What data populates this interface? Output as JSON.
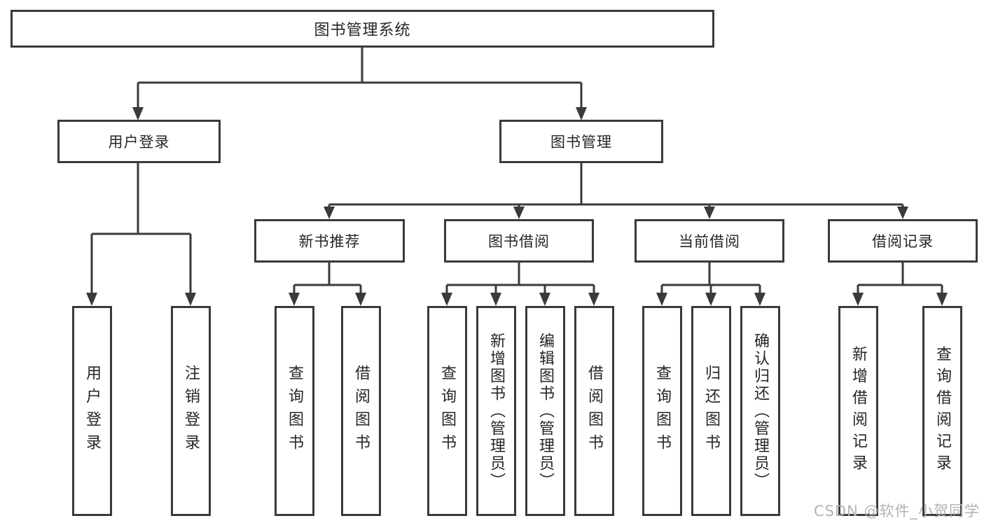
{
  "diagram": {
    "root": {
      "label": "图书管理系统"
    },
    "branches": [
      {
        "label": "用户登录",
        "children": [
          {
            "label": "用户登录"
          },
          {
            "label": "注销登录"
          }
        ]
      },
      {
        "label": "图书管理",
        "children": [
          {
            "label": "新书推荐",
            "children": [
              {
                "label": "查询图书"
              },
              {
                "label": "借阅图书"
              }
            ]
          },
          {
            "label": "图书借阅",
            "children": [
              {
                "label": "查询图书"
              },
              {
                "label": "新增图书（管理员）"
              },
              {
                "label": "编辑图书（管理员）"
              },
              {
                "label": "借阅图书"
              }
            ]
          },
          {
            "label": "当前借阅",
            "children": [
              {
                "label": "查询图书"
              },
              {
                "label": "归还图书"
              },
              {
                "label": "确认归还（管理员）"
              }
            ]
          },
          {
            "label": "借阅记录",
            "children": [
              {
                "label": "新增借阅记录"
              },
              {
                "label": "查询借阅记录"
              }
            ]
          }
        ]
      }
    ]
  },
  "colors": {
    "line": "#3a3a3a",
    "box_border": "#3a3a3a",
    "text": "#262626",
    "watermark": "#b3b3b3",
    "background": "#ffffff"
  },
  "watermark": {
    "text": "CSDN @软件_小贺同学"
  }
}
